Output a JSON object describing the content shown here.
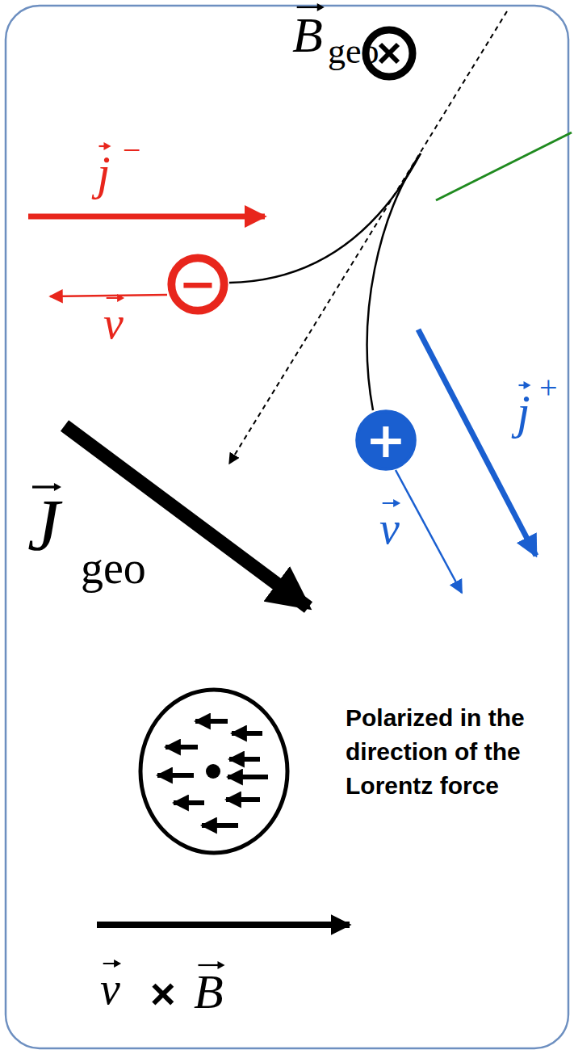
{
  "diagram": {
    "nodes": [
      {
        "text": [
          "−"
        ]
      },
      {
        "text": [
          "+"
        ]
      }
    ],
    "labels": [
      "B",
      "geo",
      "j",
      "−",
      "v",
      "j",
      "+",
      "v",
      "J",
      "geo",
      "Polarized in the direction of the Lorentz force",
      "v",
      "×",
      "B"
    ]
  }
}
